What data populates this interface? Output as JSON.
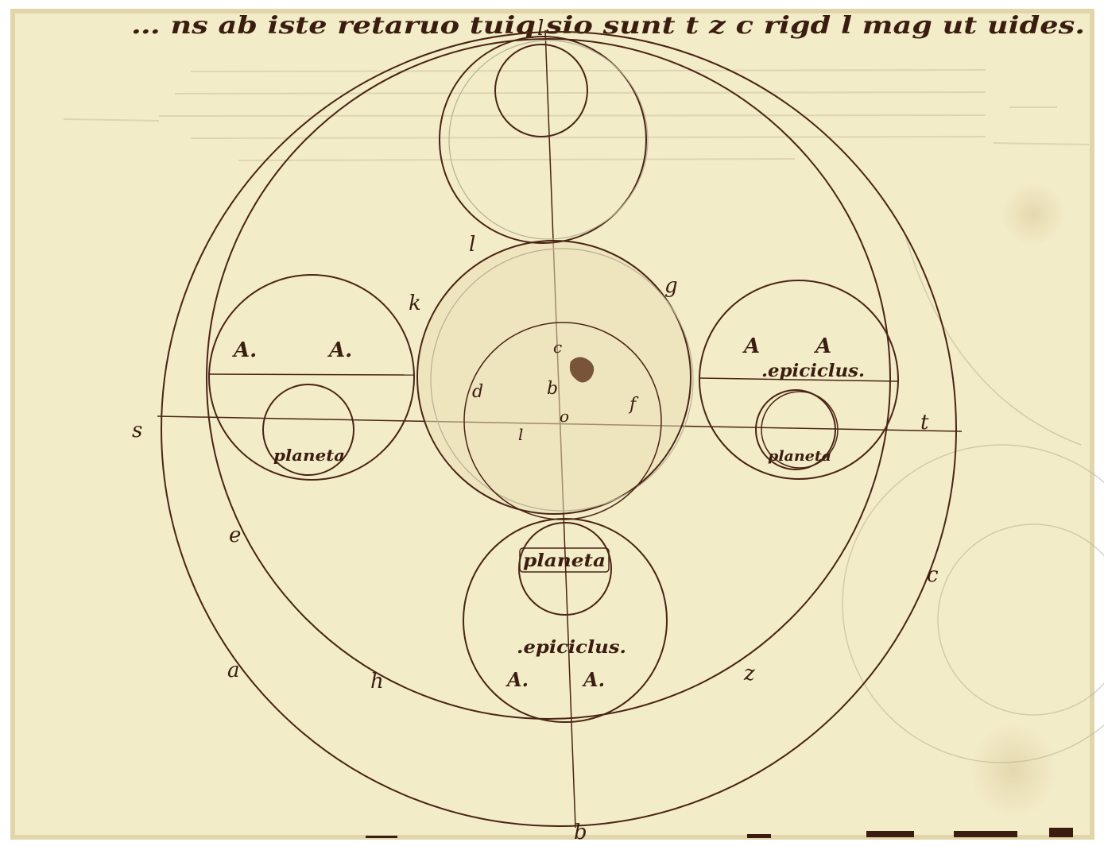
{
  "manuscript": {
    "heading_text": "… ns  ab  iste  retaruo  tuiq  sio  sunt  t z c  rigd  l  mag  ut  uides.",
    "colors": {
      "parchment": "#f3ecc8",
      "parchment_dark": "#e9dfb4",
      "ink": "#3a1d10",
      "faded_ink": "#b8b095"
    }
  },
  "diagram": {
    "point_labels": {
      "top": "l",
      "left": "s",
      "right": "t",
      "bottom": "b",
      "a": "a",
      "h": "h",
      "z": "z",
      "c": "c",
      "e": "e",
      "i": "l",
      "k": "k",
      "g": "g",
      "center_c": "c",
      "center_d": "d",
      "center_o": "o",
      "center_f": "f",
      "center_l": "l",
      "center_b": "b"
    },
    "left_epicycle": {
      "marks": [
        "A.",
        "A."
      ],
      "planet": "planeta"
    },
    "right_epicycle": {
      "marks": [
        "A",
        "A"
      ],
      "name": ".epiciclus.",
      "planet": "planeta"
    },
    "bottom_epicycle": {
      "planet": "planeta",
      "name": ".epiciclus.",
      "marks": [
        "A.",
        "A."
      ]
    }
  }
}
